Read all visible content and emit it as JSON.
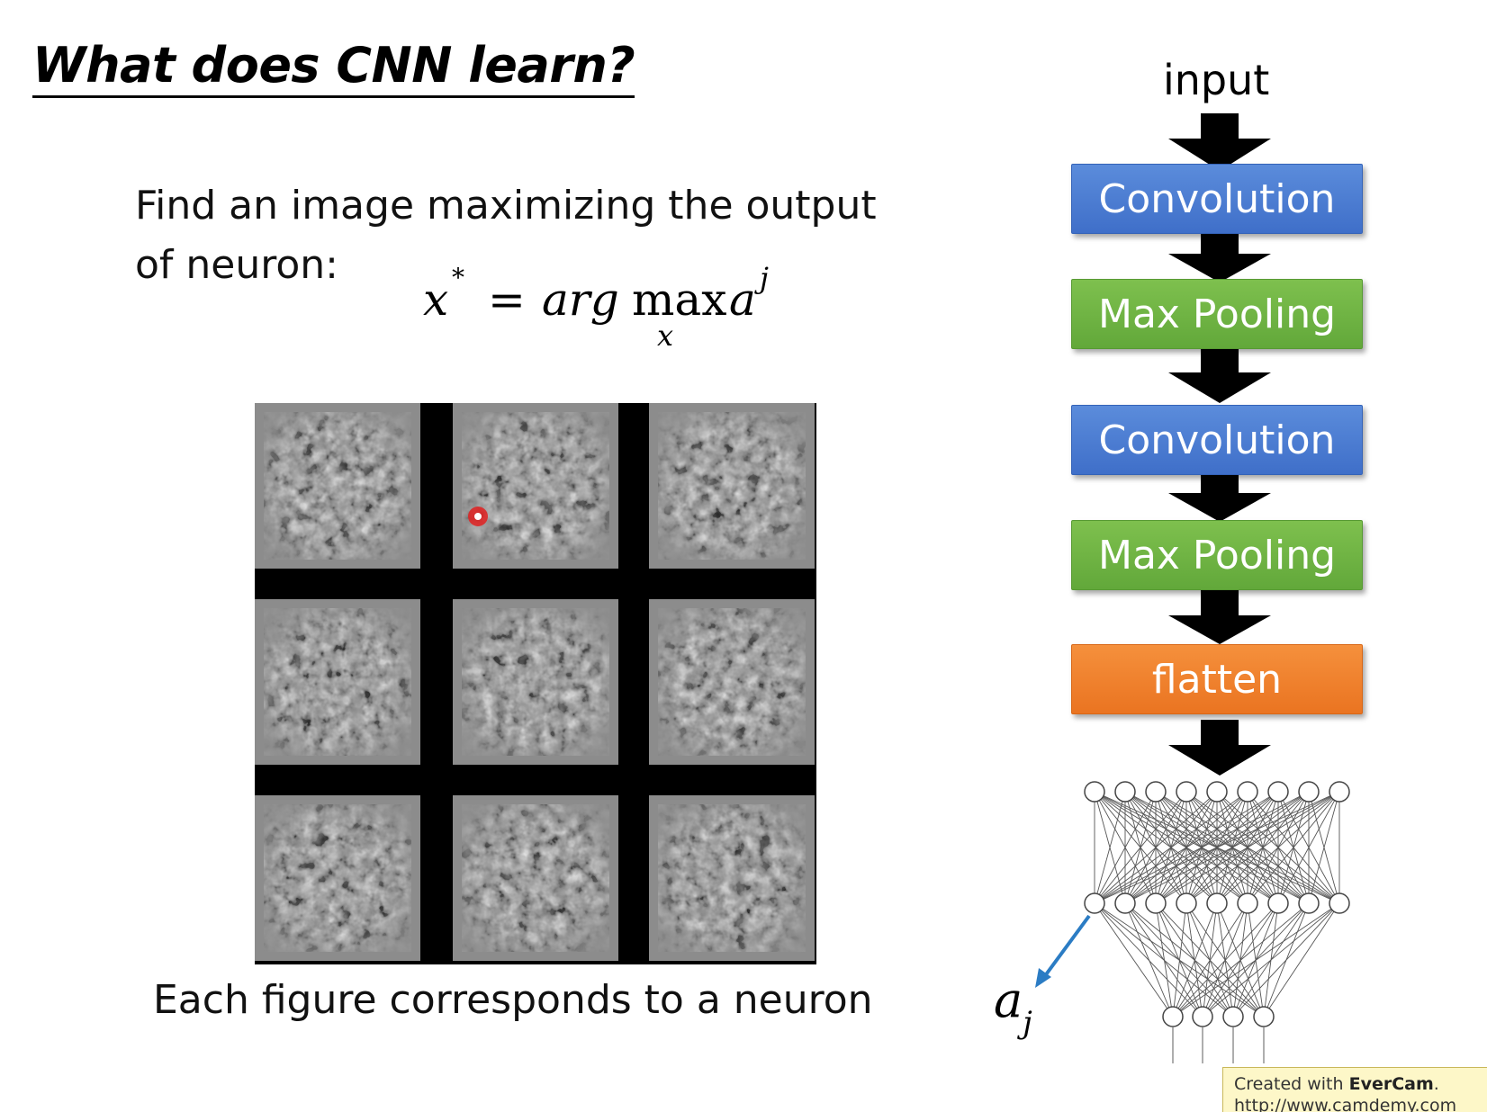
{
  "slide": {
    "title": "What does CNN learn?",
    "description_line1": "Find an image maximizing the output",
    "description_line2": "of neuron:",
    "formula": {
      "lhs": "x",
      "lhs_sup": "*",
      "equals": "=",
      "arg": "arg",
      "max": "max",
      "max_sub": "x",
      "a": "a",
      "a_sup": "j"
    },
    "caption": "Each figure corresponds to a neuron"
  },
  "architecture": {
    "input_label": "input",
    "blocks": [
      {
        "label": "Convolution",
        "kind": "conv"
      },
      {
        "label": "Max Pooling",
        "kind": "pool"
      },
      {
        "label": "Convolution",
        "kind": "conv"
      },
      {
        "label": "Max Pooling",
        "kind": "pool"
      },
      {
        "label": "flatten",
        "kind": "flat"
      }
    ],
    "output_label": "a",
    "output_sub": "j"
  },
  "colors": {
    "convolution": "#4a7bd0",
    "max_pooling": "#6db344",
    "flatten": "#ee7b28",
    "pointer_arrow": "#2b7cc4",
    "cursor_dot": "#e02020"
  },
  "watermark": {
    "line1_prefix": "Created with ",
    "line1_brand": "EverCam",
    "line1_suffix": ".",
    "line2": "http://www.camdemy.com"
  }
}
